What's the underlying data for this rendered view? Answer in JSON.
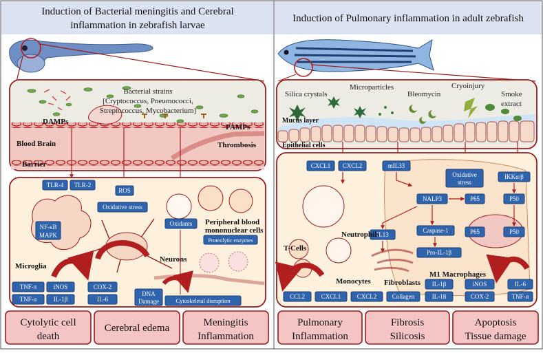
{
  "left": {
    "title_line1": "Induction of Bacterial meningitis and Cerebral",
    "title_line2": "inflammation in zebrafish larvae",
    "bacterial_title": "Bacterial strains",
    "bacterial_line1": "[Cryptococcus, Pneumococci,",
    "bacterial_line2": "Streptococcus, Mycobacterium]",
    "damps": "DAMPs",
    "pamps": "PAMPs",
    "bbb_line1": "Blood Brain",
    "bbb_line2": "Barrier",
    "thrombosis": "Thrombosis",
    "tlr4": "TLR-4",
    "tlr2": "TLR-2",
    "ros": "ROS",
    "oxidative_stress": "Oxidative stress",
    "nfkb": "NF-κB",
    "mapk": "MAPK",
    "oxidants": "Oxidants",
    "pbmc_line1": "Peripheral blood",
    "pbmc_line2": "mononuclear cells",
    "proteolytic": "Proteolytic enzymes",
    "microglia": "Microglia",
    "neurons": "Neurons",
    "tnf_pi": "TNF-π",
    "inos": "iNOS",
    "cox2": "COX-2",
    "tnf_a": "TNF-α",
    "il1b": "IL-1β",
    "il6": "IL-6",
    "dna": "DNA",
    "damage": "Damage",
    "cytoskeletal": "Cytoskeletal disruption",
    "out1_line1": "Cytolytic cell",
    "out1_line2": "death",
    "out2_line1": "Cerebral edema",
    "out3_line1": "Meningitis",
    "out3_line2": "Inflammation"
  },
  "right": {
    "title": "Induction of Pulmonary inflammation in adult zebrafish",
    "silica": "Silica crystals",
    "microparticles": "Microparticles",
    "bleomycin": "Bleomycin",
    "cryoinjury": "Cryoinjury",
    "smoke_line1": "Smoke",
    "smoke_line2": "extract",
    "mucus": "Mucus layer",
    "epithelial": "Epithelial cells",
    "cxcl1": "CXCL1",
    "cxcl2": "CXCL2",
    "mil33": "mIL33",
    "oxid_line1": "Oxidative",
    "oxid_line2": "stress",
    "ikk": "IKKα/β",
    "neutrophils": "Neutrophils",
    "nalp3": "NALP3",
    "p65": "P65",
    "p50": "P50",
    "caspase": "Caspase-1",
    "il13": "IL13",
    "pro_il1b": "Pro-IL-1β",
    "tcells": "T-Cells",
    "monocytes": "Monocytes",
    "fibroblasts": "Fibroblasts",
    "m1": "M1 Macrophages",
    "il1b": "IL-1β",
    "inos": "iNOS",
    "il6": "IL-6",
    "il18": "IL-18",
    "cox2": "COX-2",
    "tnfa": "TNF-α",
    "ccl2": "CCL2",
    "cxcl1b": "CXCL1",
    "cxcl2b": "CXCL2",
    "collagen": "Collagen",
    "out1_line1": "Pulmonary",
    "out1_line2": "Inflammation",
    "out2_line1": "Fibrosis",
    "out2_line2": "Silicosis",
    "out3_line1": "Apoptosis",
    "out3_line2": "Tissue damage"
  },
  "colors": {
    "title_bg": "#dbe3f3",
    "frame": "#9b1b1b",
    "arrow": "#b01e1e",
    "label_box": "#2f64ad",
    "outcome_fill": "#f5c4c4",
    "panel_fill": "#fdf1de",
    "top_fill": "#ecebe4"
  }
}
